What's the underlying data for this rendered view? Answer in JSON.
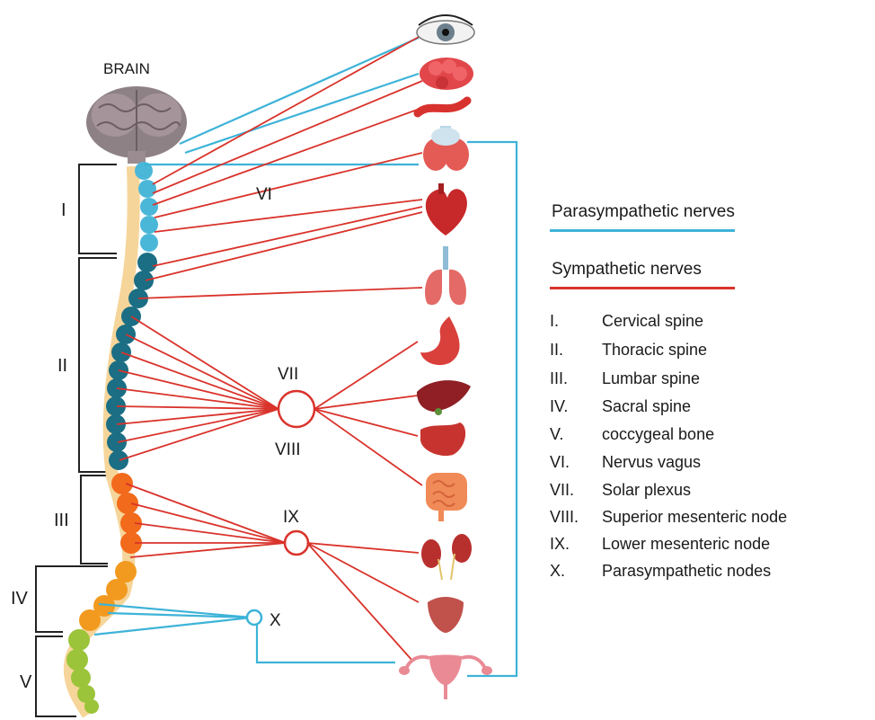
{
  "brain_label": "BRAIN",
  "regions": {
    "I": "I",
    "II": "II",
    "III": "III",
    "IV": "IV",
    "V": "V"
  },
  "nodes": {
    "VI": "VI",
    "VII": "VII",
    "VIII": "VIII",
    "IX": "IX",
    "X": "X"
  },
  "legend": {
    "parasympathetic": "Parasympathetic nerves",
    "sympathetic": "Sympathetic nerves",
    "parasympathetic_color": "#3db3d8",
    "sympathetic_color": "#d9332b"
  },
  "key": [
    {
      "num": "I.",
      "label": "Cervical spine"
    },
    {
      "num": "II.",
      "label": "Thoracic spine"
    },
    {
      "num": "III.",
      "label": "Lumbar spine"
    },
    {
      "num": "IV.",
      "label": "Sacral spine"
    },
    {
      "num": "V.",
      "label": "coccygeal bone"
    },
    {
      "num": "VI.",
      "label": "Nervus vagus"
    },
    {
      "num": "VII.",
      "label": "Solar plexus"
    },
    {
      "num": "VIII.",
      "label": "Superior mesenteric node"
    },
    {
      "num": "IX.",
      "label": "Lower mesenteric node"
    },
    {
      "num": "X.",
      "label": "Parasympathetic nodes"
    }
  ],
  "colors": {
    "cervical": "#4bb7d8",
    "thoracic": "#1b6e84",
    "lumbar": "#f26a1b",
    "sacral": "#f29a1f",
    "coccygeal": "#9cc43a",
    "spine_body": "#f6d59a"
  },
  "organ_icons": [
    "eye-icon",
    "salivary-gland-icon",
    "blood-vessel-icon",
    "thyroid-icon",
    "heart-icon",
    "lungs-icon",
    "stomach-icon",
    "liver-icon",
    "pancreas-icon",
    "intestine-icon",
    "kidneys-icon",
    "bladder-icon",
    "uterus-icon"
  ]
}
